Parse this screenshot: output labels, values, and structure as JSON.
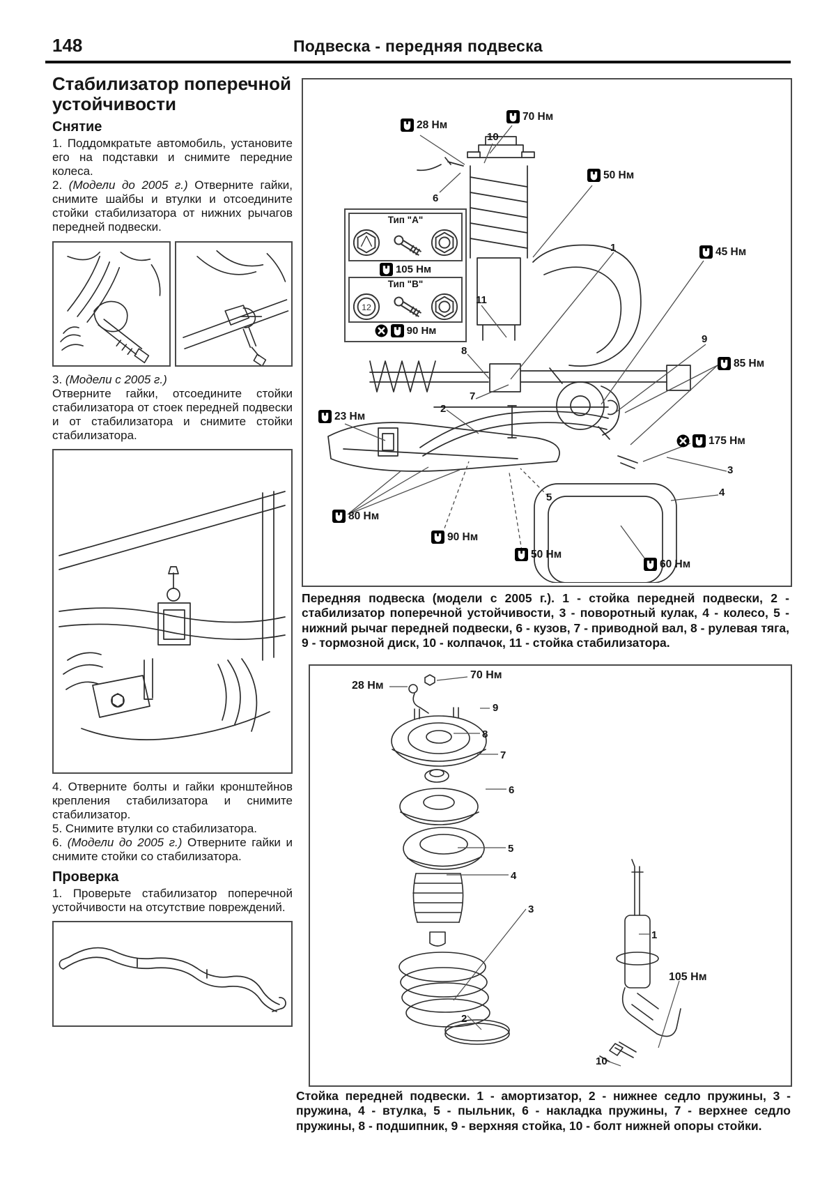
{
  "page": {
    "number": "148",
    "title": "Подвеска - передняя подвеска"
  },
  "icons": {
    "torque_icon": "wrench-icon",
    "replace_icon": "replace-part-icon",
    "nut_icon": "hex-nut-icon",
    "bolt_icon": "bolt-icon"
  },
  "left_column": {
    "section_title": "Стабилизатор поперечной устойчивости",
    "removal_heading": "Снятие",
    "steps": [
      {
        "num": "1.",
        "italic": "",
        "text": "Поддомкратьте автомобиль, установите его на подставки и снимите передние колеса."
      },
      {
        "num": "2.",
        "italic": "(Модели до 2005 г.)",
        "text": "Отверните гайки, снимите шайбы и втулки и отсоедините стойки стабилизатора от нижних рычагов передней подвески."
      },
      {
        "num": "3.",
        "italic": "(Модели с 2005 г.)",
        "text": "Отверните гайки, отсоедините стойки стабилизатора от стоек передней подвески и от стабилизатора и снимите стойки стабилизатора."
      },
      {
        "num": "4.",
        "italic": "",
        "text": "Отверните болты и гайки кронштейнов крепления стабилизатора и снимите стабилизатор."
      },
      {
        "num": "5.",
        "italic": "",
        "text": "Снимите втулки со стабилизатора."
      },
      {
        "num": "6.",
        "italic": "(Модели до 2005 г.)",
        "text": "Отверните гайки и снимите стойки со стабилизатора."
      }
    ],
    "check_heading": "Проверка",
    "check_step": {
      "num": "1.",
      "text": "Проверьте стабилизатор поперечной устойчивости на отсутствие повреждений."
    }
  },
  "diagram1": {
    "caption": "Передняя подвеска (модели с 2005 г.). 1 - стойка передней подвески, 2 - стабилизатор поперечной устойчивости, 3 - поворотный кулак, 4 - колесо, 5 - нижний рычаг передней подвески, 6 - кузов, 7 - приводной вал, 8 - рулевая тяга, 9 - тормозной диск, 10 - колпачок, 11 - стойка стабилизатора.",
    "torques": {
      "t28": "28 Нм",
      "t70": "70 Нм",
      "t50a": "50 Нм",
      "t45": "45 Нм",
      "t85": "85 Нм",
      "t175": "175 Нм",
      "t23": "23 Нм",
      "t80": "80 Нм",
      "t90": "90 Нм",
      "t50b": "50 Нм",
      "t60": "60 Нм"
    },
    "numbers": {
      "n1": "1",
      "n2": "2",
      "n3": "3",
      "n4": "4",
      "n5": "5",
      "n6": "6",
      "n7": "7",
      "n8": "8",
      "n9": "9",
      "n10": "10",
      "n11": "11"
    },
    "inset": {
      "type_a": "Тип \"А\"",
      "torque_a": "105 Нм",
      "type_b": "Тип \"В\"",
      "torque_b": "90 Нм",
      "bolt_mark": "12"
    }
  },
  "diagram2": {
    "caption": "Стойка передней подвески. 1 - амортизатор, 2 - нижнее седло пружины, 3 - пружина, 4 - втулка, 5 - пыльник, 6 - накладка пружины, 7 - верхнее седло пружины, 8 - подшипник, 9 - верхняя стойка, 10 - болт нижней опоры стойки.",
    "torques": {
      "t28": "28 Нм",
      "t70": "70 Нм",
      "t105": "105 Нм"
    },
    "numbers": {
      "n1": "1",
      "n2": "2",
      "n3": "3",
      "n4": "4",
      "n5": "5",
      "n6": "6",
      "n7": "7",
      "n8": "8",
      "n9": "9",
      "n10": "10"
    }
  }
}
